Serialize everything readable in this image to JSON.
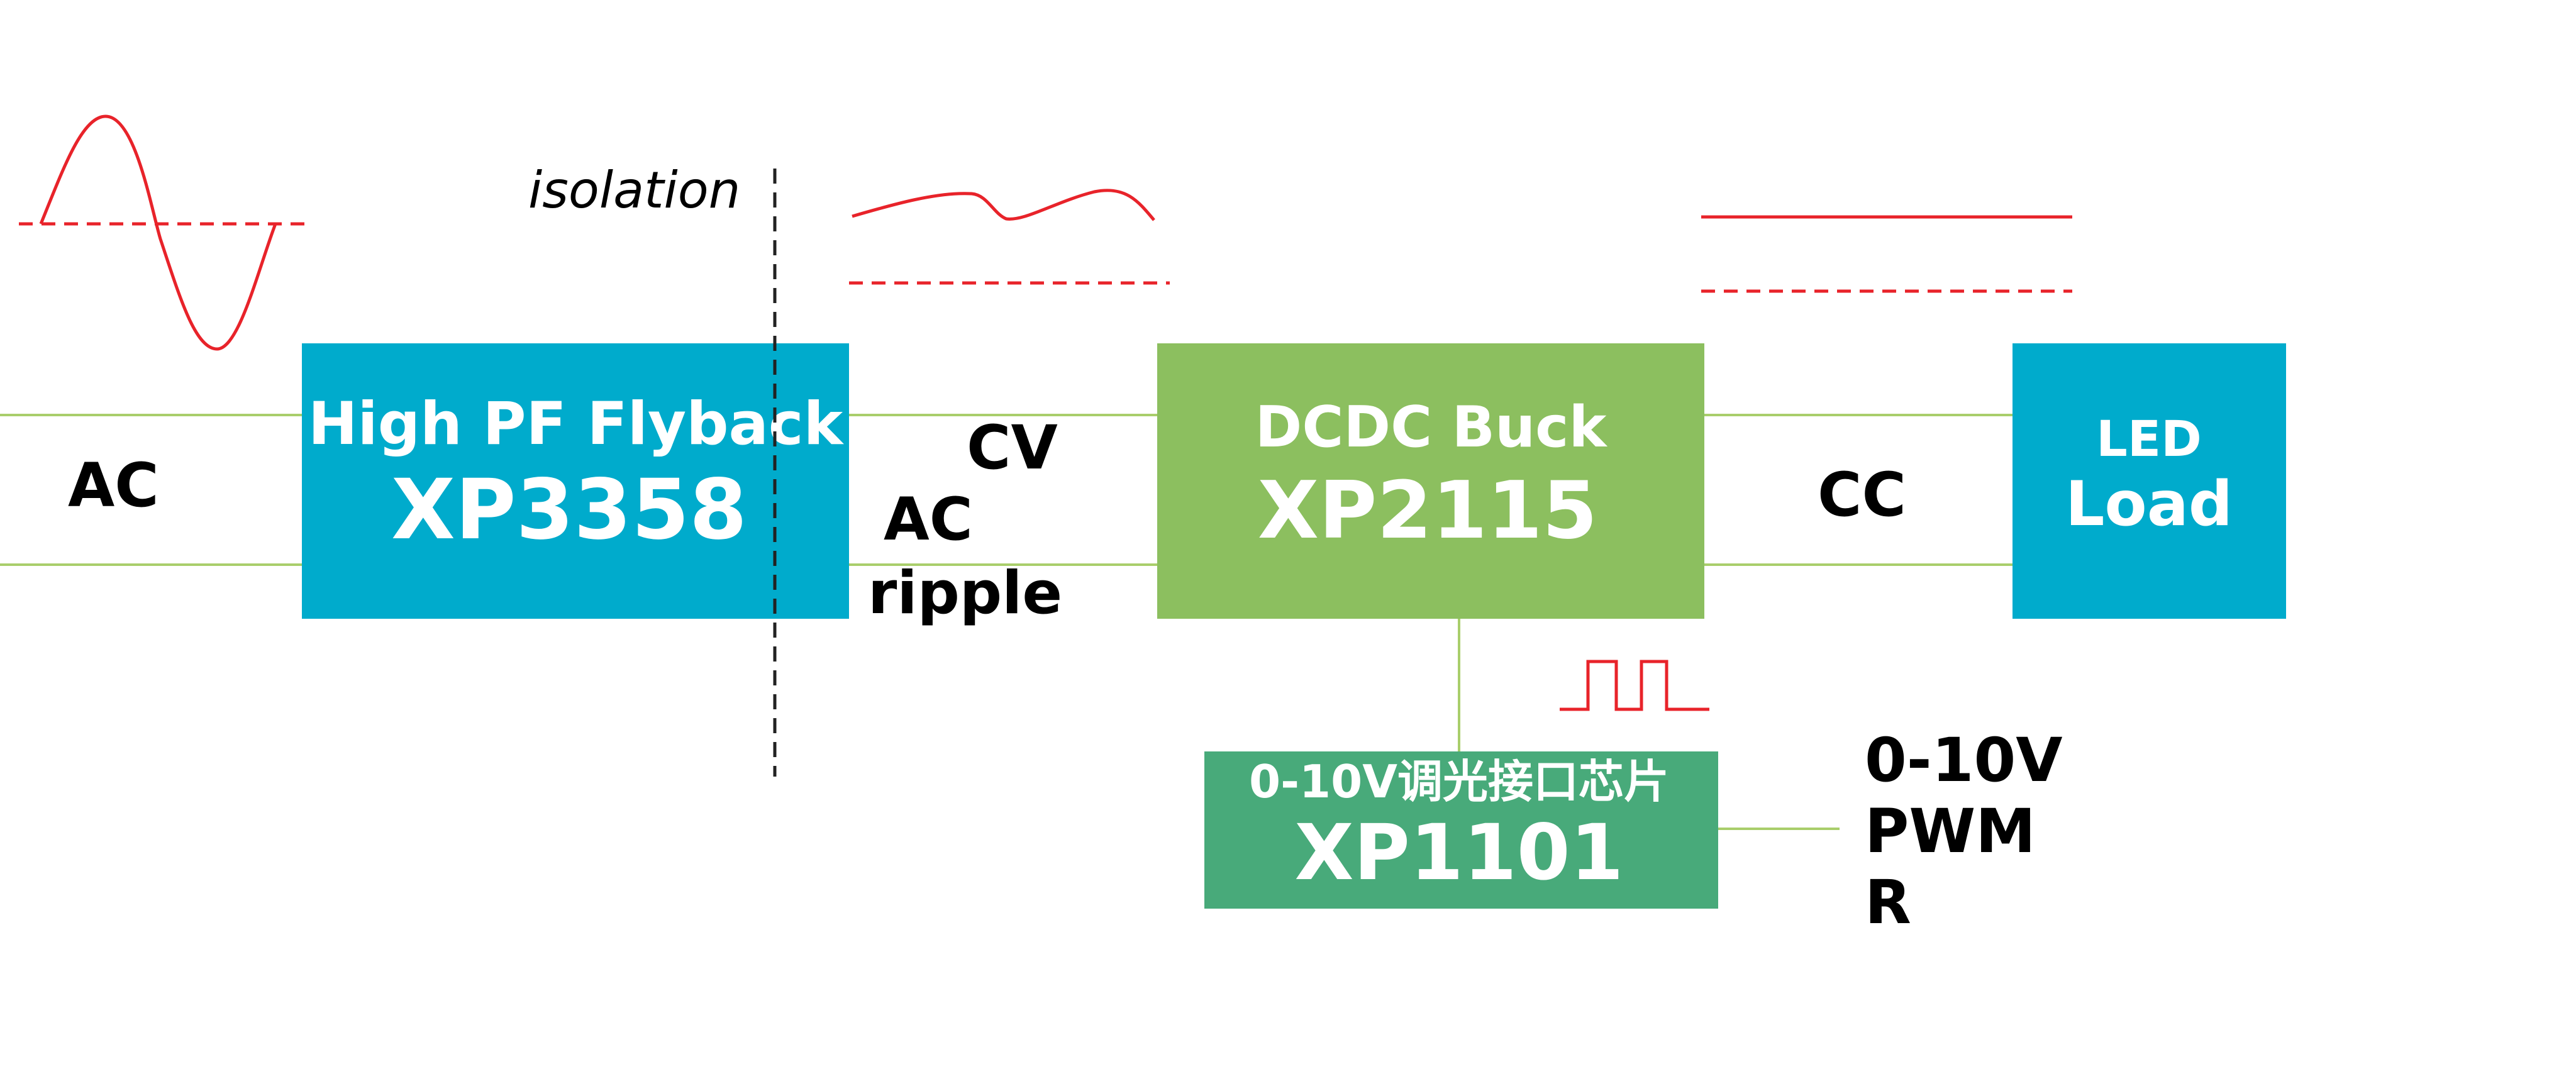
{
  "colors": {
    "blue_box": "#00ABCC",
    "green_box": "#8CBF5F",
    "teal_box": "#48AA7A",
    "wire": "#A9CE6B",
    "waveform": "#E8232A",
    "isolation_line": "#222222"
  },
  "labels": {
    "isolation": "isolation",
    "ac_input": "AC",
    "cv": "CV",
    "ac_ripple_1": "AC",
    "ac_ripple_2": "ripple",
    "cc": "CC",
    "dim_1": "0-10V",
    "dim_2": "PWM",
    "dim_3": "R"
  },
  "blocks": {
    "flyback": {
      "title": "High PF Flyback",
      "part": "XP3358"
    },
    "buck": {
      "title": "DCDC Buck",
      "part": "XP2115"
    },
    "load": {
      "title": "LED",
      "part": "Load"
    },
    "dimming": {
      "title": "0-10V调光接口芯片",
      "part": "XP1101"
    }
  }
}
